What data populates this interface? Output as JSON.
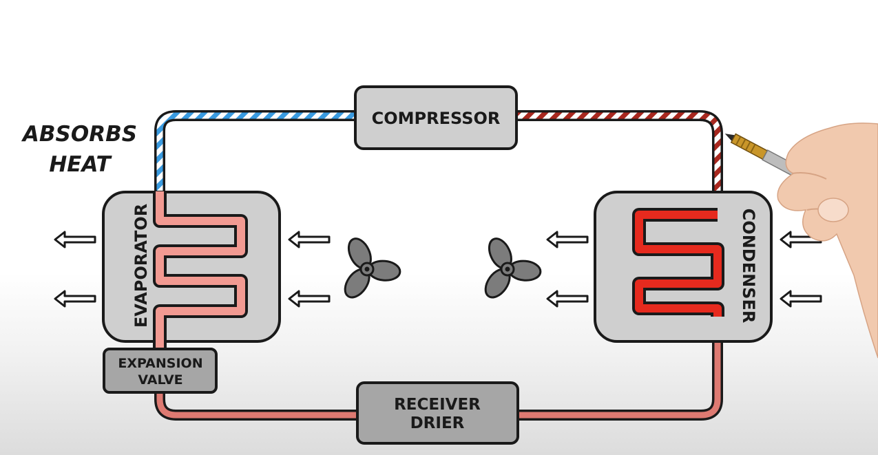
{
  "annotation": {
    "line1": "ABSORBS",
    "line2": "HEAT"
  },
  "components": {
    "compressor": "COMPRESSOR",
    "evaporator": "EVAPORATOR",
    "condenser": "CONDENSER",
    "expansion_valve": {
      "line1": "EXPANSION",
      "line2": "VALVE"
    },
    "receiver_drier": {
      "line1": "RECEIVER",
      "line2": "DRIER"
    }
  },
  "icons": [
    "fan-icon",
    "arrow-left-icon",
    "hand-with-pen"
  ],
  "colors": {
    "low_pressure_gas": "#3a9be0",
    "high_pressure_gas": "#a8281f",
    "evaporator_coil": "#f29a92",
    "condenser_coil": "#e62a1e",
    "liquid_line": "#de7a72",
    "component_fill": "#cfcfcf",
    "valve_fill": "#a6a6a6"
  }
}
